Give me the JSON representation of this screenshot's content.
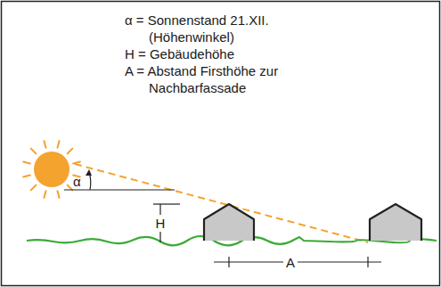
{
  "diagram": {
    "labels": [
      "α = Sonnenstand 21.XII. (Höhenwinkel)",
      "H = Gebäudehöhe",
      "A = Abstand Firsthöhe zur Nachbarfassade",
      "α",
      "H",
      "A"
    ]
  }
}
